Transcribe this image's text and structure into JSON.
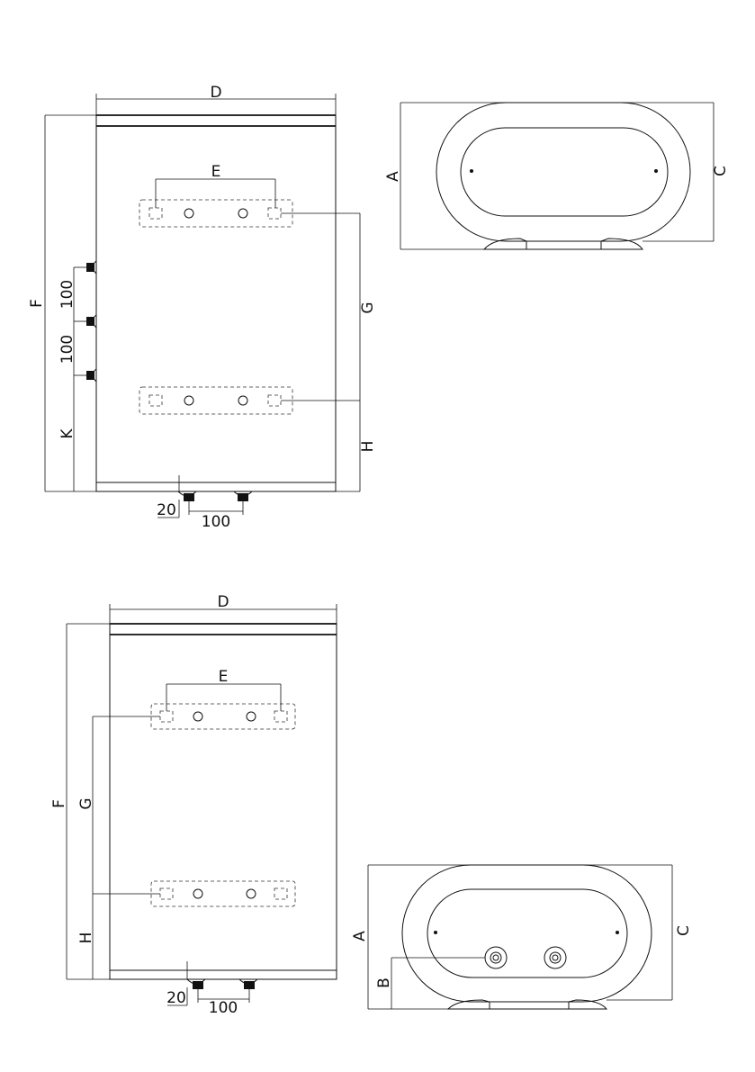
{
  "labels": {
    "top_front": {
      "width": "D",
      "bracket": "E",
      "height": "F",
      "spacing_1": "100",
      "spacing_2": "100",
      "inlet_offset": "K",
      "bracket_spacing": "G",
      "bracket_bottom": "H",
      "pipe_offset": "20",
      "pipe_spacing": "100"
    },
    "top_side": {
      "depth": "A",
      "depth_total": "C"
    },
    "bottom_front": {
      "width": "D",
      "bracket": "E",
      "height": "F",
      "bracket_spacing": "G",
      "bracket_bottom": "H",
      "pipe_offset": "20",
      "pipe_spacing": "100"
    },
    "bottom_side": {
      "depth": "A",
      "pipe_height": "B",
      "depth_total": "C"
    }
  }
}
